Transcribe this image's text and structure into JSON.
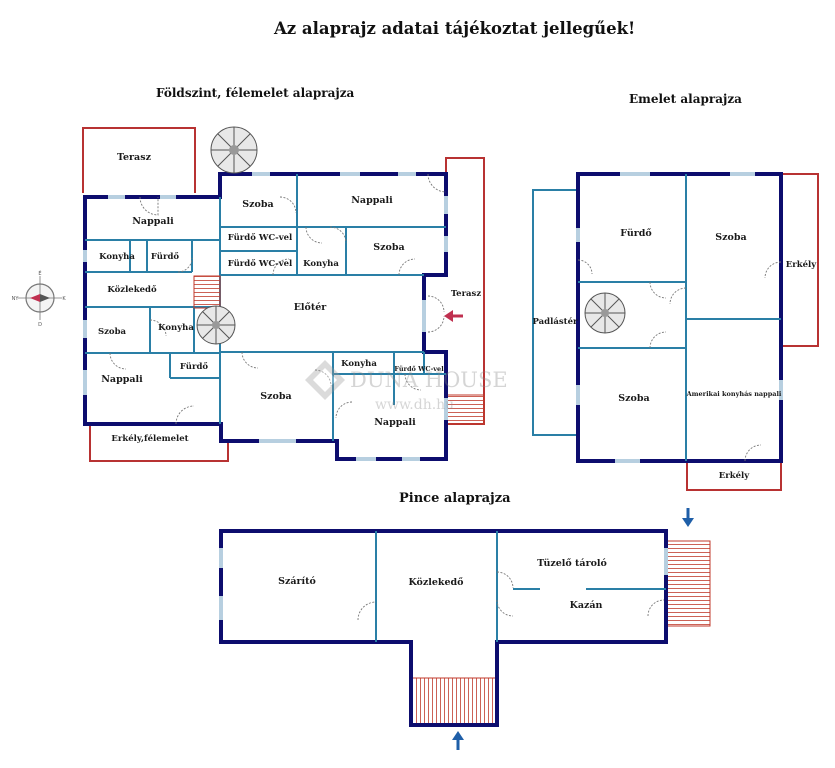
{
  "header": {
    "notice": "Az alaprajz adatai tájékoztat jellegűek!"
  },
  "sections": {
    "ground": "Földszint, félemelet alaprajza",
    "upper": "Emelet alaprajza",
    "cellar": "Pince alaprajza"
  },
  "watermark": {
    "brand": "DUNA HOUSE",
    "url": "www.dh.hu"
  },
  "compass": {
    "north": "É",
    "south": "D",
    "east": "K",
    "west": "NY"
  },
  "colors": {
    "wall": "#0d0d6e",
    "inner": "#2a7fa6",
    "outdoor": "#b83232",
    "stairs": "#c0392b",
    "door": "#777777",
    "arrow_red": "#c03050",
    "arrow_blue": "#1f5fa8"
  },
  "ground_rooms": {
    "terasz_top": "Terasz",
    "nappali_1": "Nappali",
    "szoba_1": "Szoba",
    "nappali_2": "Nappali",
    "furdo_wc_1": "Fürdő WC-vel",
    "furdo_wc_2": "Fürdő WC-vel",
    "szoba_2": "Szoba",
    "konyha_2": "Konyha",
    "konyha_1": "Konyha",
    "furdo_1": "Fürdő",
    "kozlekedo": "Közlekedő",
    "eloter": "Előtér",
    "terasz_right": "Terasz",
    "szoba_3": "Szoba",
    "konyha_3": "Konyha",
    "nappali_3": "Nappali",
    "furdo_2": "Fürdő",
    "szoba_4": "Szoba",
    "konyha_4": "Konyha",
    "furdo_wc_3": "Fürdő WC-vel",
    "nappali_4": "Nappali",
    "erkely_felemelet": "Erkély,félemelet"
  },
  "upper_rooms": {
    "furdo": "Fürdő",
    "szoba_1": "Szoba",
    "erkely_side": "Erkély",
    "padlaster": "Padlástér",
    "szoba_2": "Szoba",
    "amerikai": "Amerikai konyhás nappali",
    "erkely_bottom": "Erkély"
  },
  "cellar_rooms": {
    "szarito": "Szárító",
    "kozlekedo": "Közlekedő",
    "tuzelo": "Tüzelő tároló",
    "kazan": "Kazán"
  }
}
